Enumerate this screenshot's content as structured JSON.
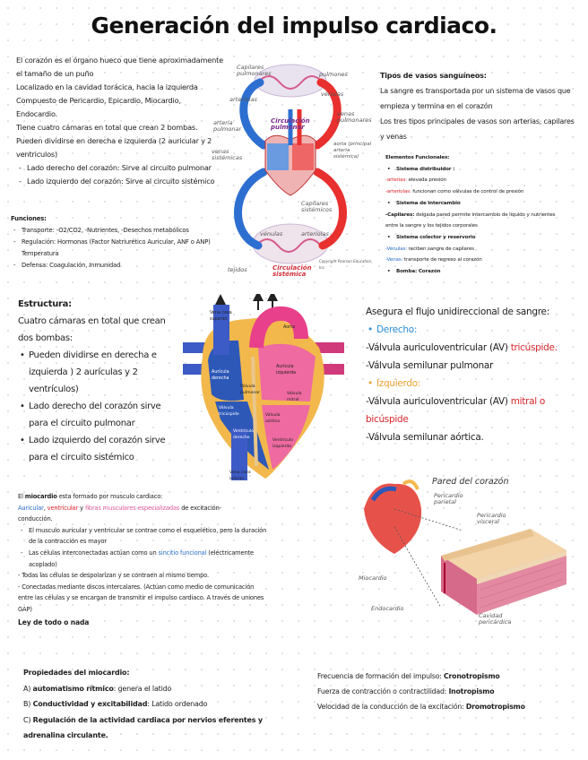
{
  "title": "Generación del impulso cardiaco.",
  "intro": {
    "lines": [
      "El corazón es el órgano hueco que tiene aproximadamente",
      "el tamaño de un puño",
      "Localizado en la cavidad torácica, hacia la izquierda",
      "Compuesto de Pericardio, Epicardio, Miocardio,",
      "Endocardio.",
      "Tiene cuatro cámaras en total que crean 2 bombas.",
      "Pueden dividirse en derecha e izquierda (2 auricular y 2",
      "ventriculos)"
    ],
    "bullets": [
      "Lado derecho del corazón: Sirve al circuito pulmonar",
      "Lado izquierdo del corazón: Sirve al circuito sistémico"
    ]
  },
  "funciones": {
    "heading": "Funciones:",
    "items": [
      "Transporte: -O2/CO2, -Nutrientes, -Desechos metabólicos",
      "Regulación: Hormonas (Factor Natriurético Auricular, ANF o ANP)",
      "Temperatura",
      "Defensa: Coagulación, Inmunidad"
    ]
  },
  "circulation_labels": {
    "capilares_pulmonares": "Capilares pulmonares",
    "pulmones": "pulmones",
    "arteriolas": "arteriolas",
    "venulas": "vénulas",
    "arteria_pulmonar": "arteria pulmonar",
    "circ_pulmonar_1": "Circulación",
    "circ_pulmonar_2": "pulmonar",
    "venas_pulmonares": "venas pulmonares",
    "venas_sistemicas": "venas sistémicas",
    "aorta": "aorta (principal arteria sistémica)",
    "capilares_sistemicos": "Capilares sistémicos",
    "venulas2": "vénulas",
    "arteriolas2": "arteriolas",
    "tejidos": "tejidos",
    "circ_sistemica_1": "Circulación",
    "circ_sistemica_2": "sistémica",
    "credit": "Copyright Pearson Education, Inc."
  },
  "vasos": {
    "heading": "Tipos de vasos sanguíneos:",
    "lines": [
      "La sangre es transportada por un sistema de vasos que",
      "empieza y termina en el corazón",
      "Los tres tipos principales de vasos son arterias, capilares",
      "y venas"
    ],
    "elementos_heading": "Elementos Funcionales:",
    "distribuidor": "Sistema distribuidor :",
    "arterias_key": "-arterias:",
    "arterias_val": " elevada presión",
    "arteriolas_key": "-arteriolas:",
    "arteriolas_val": " funcionan como válvulas de control de presión",
    "intercambio": "Sistema de intercambio",
    "capilares_key": "-Capilares:",
    "capilares_val": " delgada pared permite intercambio de liquido y nutrientes",
    "capilares_val2": "entre la sangre y los tejidos corporales",
    "colector": "Sistema colector y reservorio",
    "venulas_key": "-Vénulas:",
    "venulas_val": " reciben sangre de capilares",
    "venas_key": "-Venas:",
    "venas_val": " transporte de regreso al corazón",
    "bomba": "Bomba: Corazón"
  },
  "estructura": {
    "heading": "Estructura:",
    "lines": [
      "Cuatro cámaras en total que crean",
      "dos bombas:"
    ],
    "bullets": [
      [
        "Pueden dividirse en derecha e",
        "izquierda ) 2 aurículas y 2",
        "ventrículos)"
      ],
      [
        "Lado derecho del corazón sirve",
        "para el circuito pulmonar"
      ],
      [
        "Lado izquierdo del corazón sirve",
        "para el circuito sistémico"
      ]
    ]
  },
  "heart_labels": {
    "vena_cava_superior": "Vena cava superior",
    "aorta": "Aorta",
    "auricula_derecha": "Aurícula derecha",
    "auricula_izquierda": "Aurícula izquierda",
    "valvula_pulmonar": "Válvula pulmonar",
    "valvula_tricuspide": "Válvula tricúspide",
    "valvula_mitral": "Válvula mitral",
    "valvula_aortica": "Válvula aórtica",
    "ventriculo_derecho": "Ventrículo derecho",
    "ventriculo_izquierdo": "Ventrículo izquierdo",
    "vena_cava_inferior": "Vena cava inferior"
  },
  "flujo": {
    "heading": "Asegura el flujo unidireccional de sangre:",
    "derecho": "Derecho:",
    "av1_pre": "-Válvula auriculoventricular (AV) ",
    "av1_red": "tricúspide.",
    "semilunar1": "-Válvula semilunar pulmonar",
    "izquierdo": "Izquierdo:",
    "av2_pre": "-Válvula auriculoventricular (AV) ",
    "av2_red": "mitral o",
    "av2_red2": "bicúspide",
    "semilunar2": "-Válvula semilunar aórtica."
  },
  "pared": {
    "title": "Pared del corazón",
    "pericardio_parietal": "Pericardio parietal",
    "pericardio_visceral": "Pericardio visceral",
    "miocardio": "Miocardio",
    "endocardio": "Endocardio",
    "cavidad": "Cavidad pericárdica"
  },
  "miocardio": {
    "line1_pre": "El ",
    "line1_b": "miocardio",
    "line1_post": " esta formado por musculo cardiaco:",
    "auricular": "Auricular",
    "sep1": ", ",
    "ventricular": "ventricular",
    "sep2": " y ",
    "fibras": "fibras musculares especializadas",
    "line2_post": " de excitación-",
    "line3": "conducción.",
    "b1a": "El musculo auricular y ventricular se contrae como el esquelético, pero la duración",
    "b1b": "de la contracción es mayor",
    "b2_pre": "Las células interconectadas actúan como un ",
    "b2_blue": "sincitio funcional",
    "b2_post": " (eléctricamente",
    "b2b": "acoplado)",
    "l4": "- Todas las células se despolarizan y se contraen al mismo tiempo.",
    "l5": "- Conectadas mediante discos intercalares. (Actúan como medio de comunicación",
    "l6": "entre las células y se encargan de transmitir el impulso cardiaco. A través de uniones",
    "l7": "GAP)",
    "ley": "Ley de todo o nada"
  },
  "propiedades": {
    "heading": "Propiedades del miocardio:",
    "a_pre": "A) ",
    "a_b": "automatismo rítmico",
    "a_post": ": genera el latido",
    "b_pre": "B) ",
    "b_b": "Conductividad y excitabilidad",
    "b_post": ": Latido ordenado",
    "c_pre": "C) ",
    "c_b": "Regulación de la actividad cardiaca por nervios eferentes y",
    "c_b2": "adrenalina circulante."
  },
  "tropismos": {
    "l1_pre": "Frecuencia de formación del impulso: ",
    "l1_b": "Cronotropismo",
    "l2_pre": "Fuerza de contracción o contractilidad: ",
    "l2_b": "Inotropismo",
    "l3_pre": "Velocidad de la conducción de la excitación: ",
    "l3_b": "Dromotropismo"
  },
  "colors": {
    "oxygenated": "#e8302f",
    "deoxygenated": "#2d6fd1",
    "heart_pink": "#ee6aa0",
    "heart_yellow": "#f2b84c",
    "accent_blue": "#2a6fc9",
    "accent_red": "#d8262a"
  }
}
